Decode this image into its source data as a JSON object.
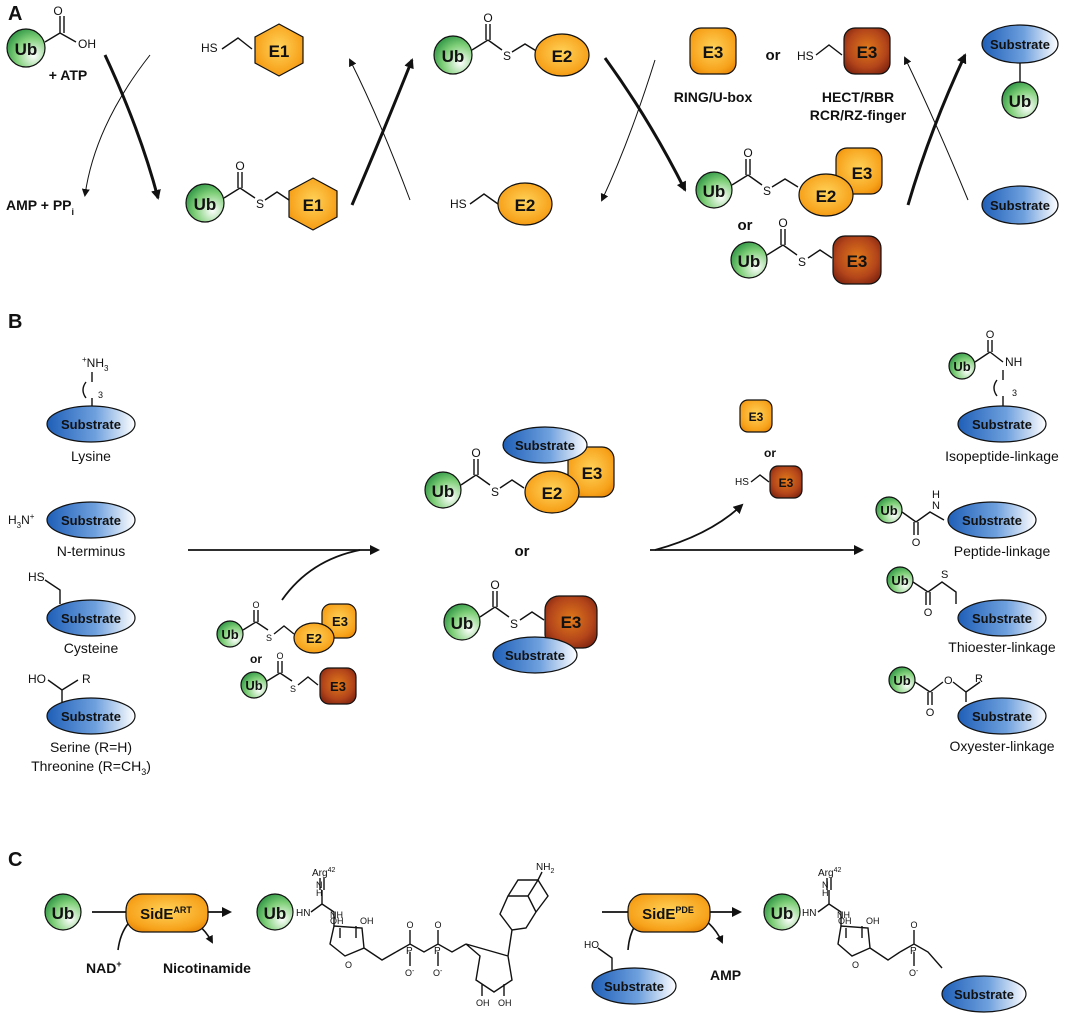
{
  "panels": {
    "a": "A",
    "b": "B",
    "c": "C"
  },
  "common": {
    "ub": "Ub",
    "e1": "E1",
    "e2": "E2",
    "e3": "E3",
    "substrate": "Substrate",
    "or": "or",
    "sh": "HS",
    "s": "S",
    "o": "O",
    "oh": "OH"
  },
  "panel_a": {
    "atp": "+ ATP",
    "amp_ppi": "AMP + PP",
    "amp_ppi_sub": "i",
    "ring_ubox": "RING/U-box",
    "hect_rbr": "HECT/RBR",
    "rcr_rz": "RCR/RZ-finger"
  },
  "panel_b": {
    "nh3": "NH",
    "nh3_sub": "3",
    "plus": "+",
    "n3": "3",
    "h3n": "H",
    "h3n_sub": "3",
    "h3n_n": "N",
    "lysine": "Lysine",
    "n_terminus": "N-terminus",
    "cysteine": "Cysteine",
    "serine": "Serine (R=H)",
    "threonine": "Threonine (R=CH",
    "threonine_sub": "3",
    "threonine_end": ")",
    "r": "R",
    "ho": "HO",
    "nh": "NH",
    "n": "N",
    "h": "H",
    "isopeptide": "Isopeptide-linkage",
    "peptide": "Peptide-linkage",
    "thioester": "Thioester-linkage",
    "oxyester": "Oxyester-linkage"
  },
  "panel_c": {
    "side_art": "SidE",
    "side_art_sup": "ART",
    "side_pde": "SidE",
    "side_pde_sup": "PDE",
    "nad": "NAD",
    "nad_sup": "+",
    "nicotinamide": "Nicotinamide",
    "amp": "AMP",
    "arg": "Arg",
    "arg_sup": "42",
    "nh2": "NH",
    "nh2_sub": "2",
    "hn": "HN",
    "p": "P",
    "o_minus": "O",
    "minus": "-"
  },
  "colors": {
    "ub_green": "#5cb85c",
    "e_orange": "#f5a623",
    "e3_dark": "#8b2a12",
    "substrate_blue": "#2f73c4"
  }
}
